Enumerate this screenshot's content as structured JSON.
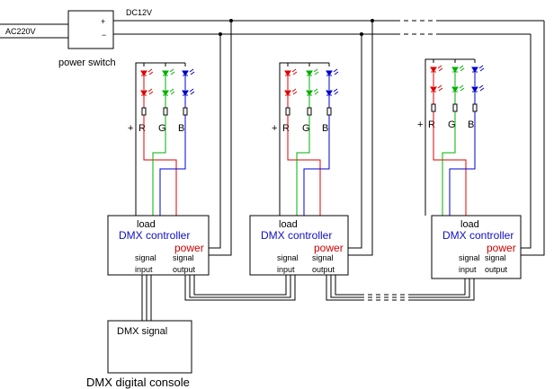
{
  "power": {
    "input_label": "AC220V",
    "output_label": "DC12V",
    "plus": "+",
    "minus": "−",
    "caption": "power switch"
  },
  "controllers": [
    {
      "load": "load",
      "title": "DMX controller",
      "power": "power",
      "signal_in_1": "signal",
      "signal_in_2": "input",
      "signal_out_1": "signal",
      "signal_out_2": "output",
      "plus": "+",
      "r": "R",
      "g": "G",
      "b": "B"
    },
    {
      "load": "load",
      "title": "DMX controller",
      "power": "power",
      "signal_in_1": "signal",
      "signal_in_2": "input",
      "signal_out_1": "signal",
      "signal_out_2": "output",
      "plus": "+",
      "r": "R",
      "g": "G",
      "b": "B"
    },
    {
      "load": "load",
      "title": "DMX controller",
      "power": "power",
      "signal_in_1": "signal",
      "signal_in_2": "input",
      "signal_out_1": "signal",
      "signal_out_2": "output",
      "plus": "+",
      "r": "R",
      "g": "G",
      "b": "B"
    }
  ],
  "console": {
    "box_label": "DMX signal",
    "caption": "DMX digital console"
  },
  "colors": {
    "red": "#e00000",
    "green": "#00b000",
    "blue": "#0000d0",
    "controller_title": "#1010c0",
    "power_label": "#d00000"
  }
}
